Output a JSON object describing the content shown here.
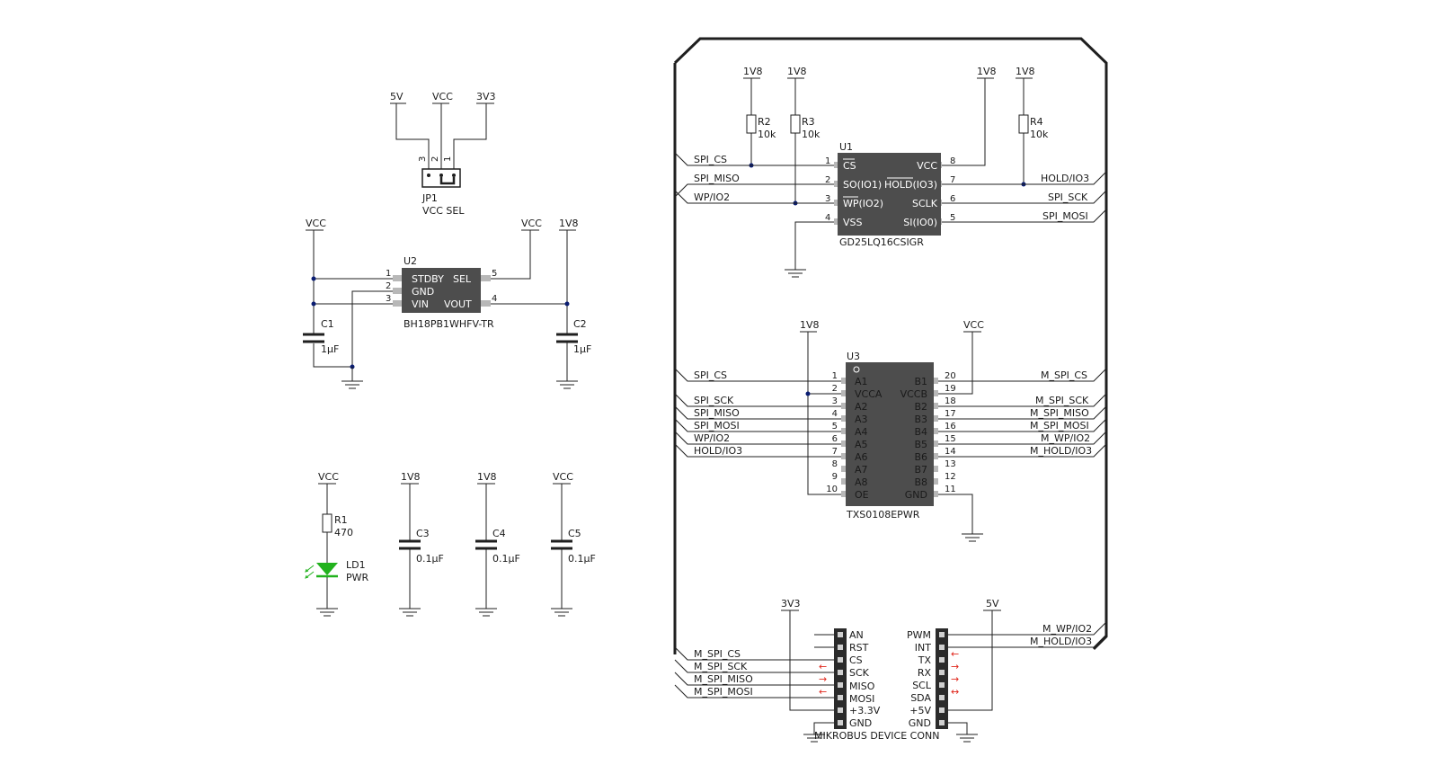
{
  "jumper": {
    "ref": "JP1",
    "desc": "VCC SEL",
    "opt_5v": "5V",
    "opt_vcc": "VCC",
    "opt_3v3": "3V3",
    "pin3": "3",
    "pin2": "2",
    "pin1": "1"
  },
  "regulator": {
    "ref": "U2",
    "part": "BH18PB1WHFV-TR",
    "vcc_left": "VCC",
    "vcc_right": "VCC",
    "rail_out": "1V8",
    "pins": {
      "p1": "1",
      "p2": "2",
      "p3": "3",
      "p4": "4",
      "p5": "5",
      "stdby": "STDBY",
      "gnd": "GND",
      "vin": "VIN",
      "sel": "SEL",
      "vout": "VOUT"
    },
    "c1_ref": "C1",
    "c1_val": "1µF",
    "c2_ref": "C2",
    "c2_val": "1µF"
  },
  "power_led": {
    "vcc": "VCC",
    "r_ref": "R1",
    "r_val": "470",
    "led_ref": "LD1",
    "led_desc": "PWR"
  },
  "decoupling": [
    {
      "rail": "1V8",
      "ref": "C3",
      "val": "0.1µF"
    },
    {
      "rail": "1V8",
      "ref": "C4",
      "val": "0.1µF"
    },
    {
      "rail": "VCC",
      "ref": "C5",
      "val": "0.1µF"
    }
  ],
  "flash": {
    "ref": "U1",
    "part": "GD25LQ16CSIGR",
    "rails": {
      "r2": "1V8",
      "r3": "1V8",
      "vcc": "1V8",
      "r4": "1V8"
    },
    "r2_ref": "R2",
    "r2_val": "10k",
    "r3_ref": "R3",
    "r3_val": "10k",
    "r4_ref": "R4",
    "r4_val": "10k",
    "left_pins": [
      {
        "num": "1",
        "name": "CS",
        "net": "SPI_CS"
      },
      {
        "num": "2",
        "name": "SO(IO1)",
        "net": "SPI_MISO"
      },
      {
        "num": "3",
        "name": "WP(IO2)",
        "net": "WP/IO2"
      },
      {
        "num": "4",
        "name": "VSS",
        "net": ""
      }
    ],
    "right_pins": [
      {
        "num": "8",
        "name": "VCC",
        "net": ""
      },
      {
        "num": "7",
        "name": "HOLD(IO3)",
        "net": "HOLD/IO3"
      },
      {
        "num": "6",
        "name": "SCLK",
        "net": "SPI_SCK"
      },
      {
        "num": "5",
        "name": "SI(IO0)",
        "net": "SPI_MOSI"
      }
    ]
  },
  "translator": {
    "ref": "U3",
    "part": "TXS0108EPWR",
    "rail_a": "1V8",
    "rail_b": "VCC",
    "left_pins": [
      {
        "num": "1",
        "name": "A1",
        "net": "SPI_CS"
      },
      {
        "num": "2",
        "name": "VCCA",
        "net": ""
      },
      {
        "num": "3",
        "name": "A2",
        "net": "SPI_SCK"
      },
      {
        "num": "4",
        "name": "A3",
        "net": "SPI_MISO"
      },
      {
        "num": "5",
        "name": "A4",
        "net": "SPI_MOSI"
      },
      {
        "num": "6",
        "name": "A5",
        "net": "WP/IO2"
      },
      {
        "num": "7",
        "name": "A6",
        "net": "HOLD/IO3"
      },
      {
        "num": "8",
        "name": "A7",
        "net": ""
      },
      {
        "num": "9",
        "name": "A8",
        "net": ""
      },
      {
        "num": "10",
        "name": "OE",
        "net": ""
      }
    ],
    "right_pins": [
      {
        "num": "20",
        "name": "B1",
        "net": "M_SPI_CS"
      },
      {
        "num": "19",
        "name": "VCCB",
        "net": ""
      },
      {
        "num": "18",
        "name": "B2",
        "net": "M_SPI_SCK"
      },
      {
        "num": "17",
        "name": "B3",
        "net": "M_SPI_MISO"
      },
      {
        "num": "16",
        "name": "B4",
        "net": "M_SPI_MOSI"
      },
      {
        "num": "15",
        "name": "B5",
        "net": "M_WP/IO2"
      },
      {
        "num": "14",
        "name": "B6",
        "net": "M_HOLD/IO3"
      },
      {
        "num": "13",
        "name": "B7",
        "net": ""
      },
      {
        "num": "12",
        "name": "B8",
        "net": ""
      },
      {
        "num": "11",
        "name": "GND",
        "net": ""
      }
    ]
  },
  "mikrobus": {
    "title": "MIKROBUS DEVICE CONN",
    "rail_left": "3V3",
    "rail_right": "5V",
    "left_labels": [
      "AN",
      "RST",
      "CS",
      "SCK",
      "MISO",
      "MOSI",
      "+3.3V",
      "GND"
    ],
    "right_labels": [
      "PWM",
      "INT",
      "TX",
      "RX",
      "SCL",
      "SDA",
      "+5V",
      "GND"
    ],
    "left_nets": [
      "M_SPI_CS",
      "M_SPI_SCK",
      "M_SPI_MISO",
      "M_SPI_MOSI"
    ],
    "right_nets": [
      "M_WP/IO2",
      "M_HOLD/IO3"
    ],
    "left_arrows": [
      "←",
      "→",
      "←"
    ],
    "right_arrows": [
      "←",
      "→",
      "→",
      "↔",
      "↔"
    ]
  }
}
